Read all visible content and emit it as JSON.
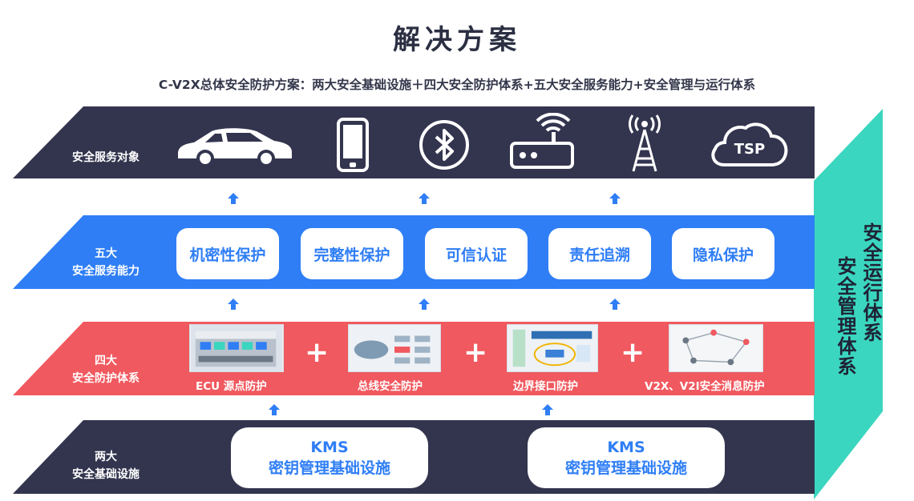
{
  "title": "解决方案",
  "subtitle": "C-V2X总体安全防护方案：两大安全基础设施＋四大安全防护体系+五大安全服务能力+安全管理与运行体系",
  "side": {
    "line1": "安全运行体系",
    "line2": "安全管理体系"
  },
  "services": {
    "label": "安全服务对象",
    "icons": [
      "car-icon",
      "phone-icon",
      "bluetooth-icon",
      "router-icon",
      "cell-tower-icon",
      "cloud-icon"
    ],
    "tsp_text": "TSP"
  },
  "capabilities": {
    "label_line1": "五大",
    "label_line2": "安全服务能力",
    "items": [
      "机密性保护",
      "完整性保护",
      "可信认证",
      "责任追溯",
      "隐私保护"
    ]
  },
  "protection": {
    "label_line1": "四大",
    "label_line2": "安全防护体系",
    "items": [
      "ECU 源点防护",
      "总线安全防护",
      "边界接口防护",
      "V2X、V2I安全消息防护"
    ],
    "plus": "+"
  },
  "infrastructure": {
    "label_line1": "两大",
    "label_line2": "安全基础设施",
    "boxes": [
      {
        "line1": "KMS",
        "line2": "密钥管理基础设施"
      },
      {
        "line1": "KMS",
        "line2": "密钥管理基础设施"
      }
    ]
  },
  "colors": {
    "dark": "#33354f",
    "blue": "#2f7ef5",
    "red": "#f0595f",
    "teal": "#3bd6bf"
  }
}
